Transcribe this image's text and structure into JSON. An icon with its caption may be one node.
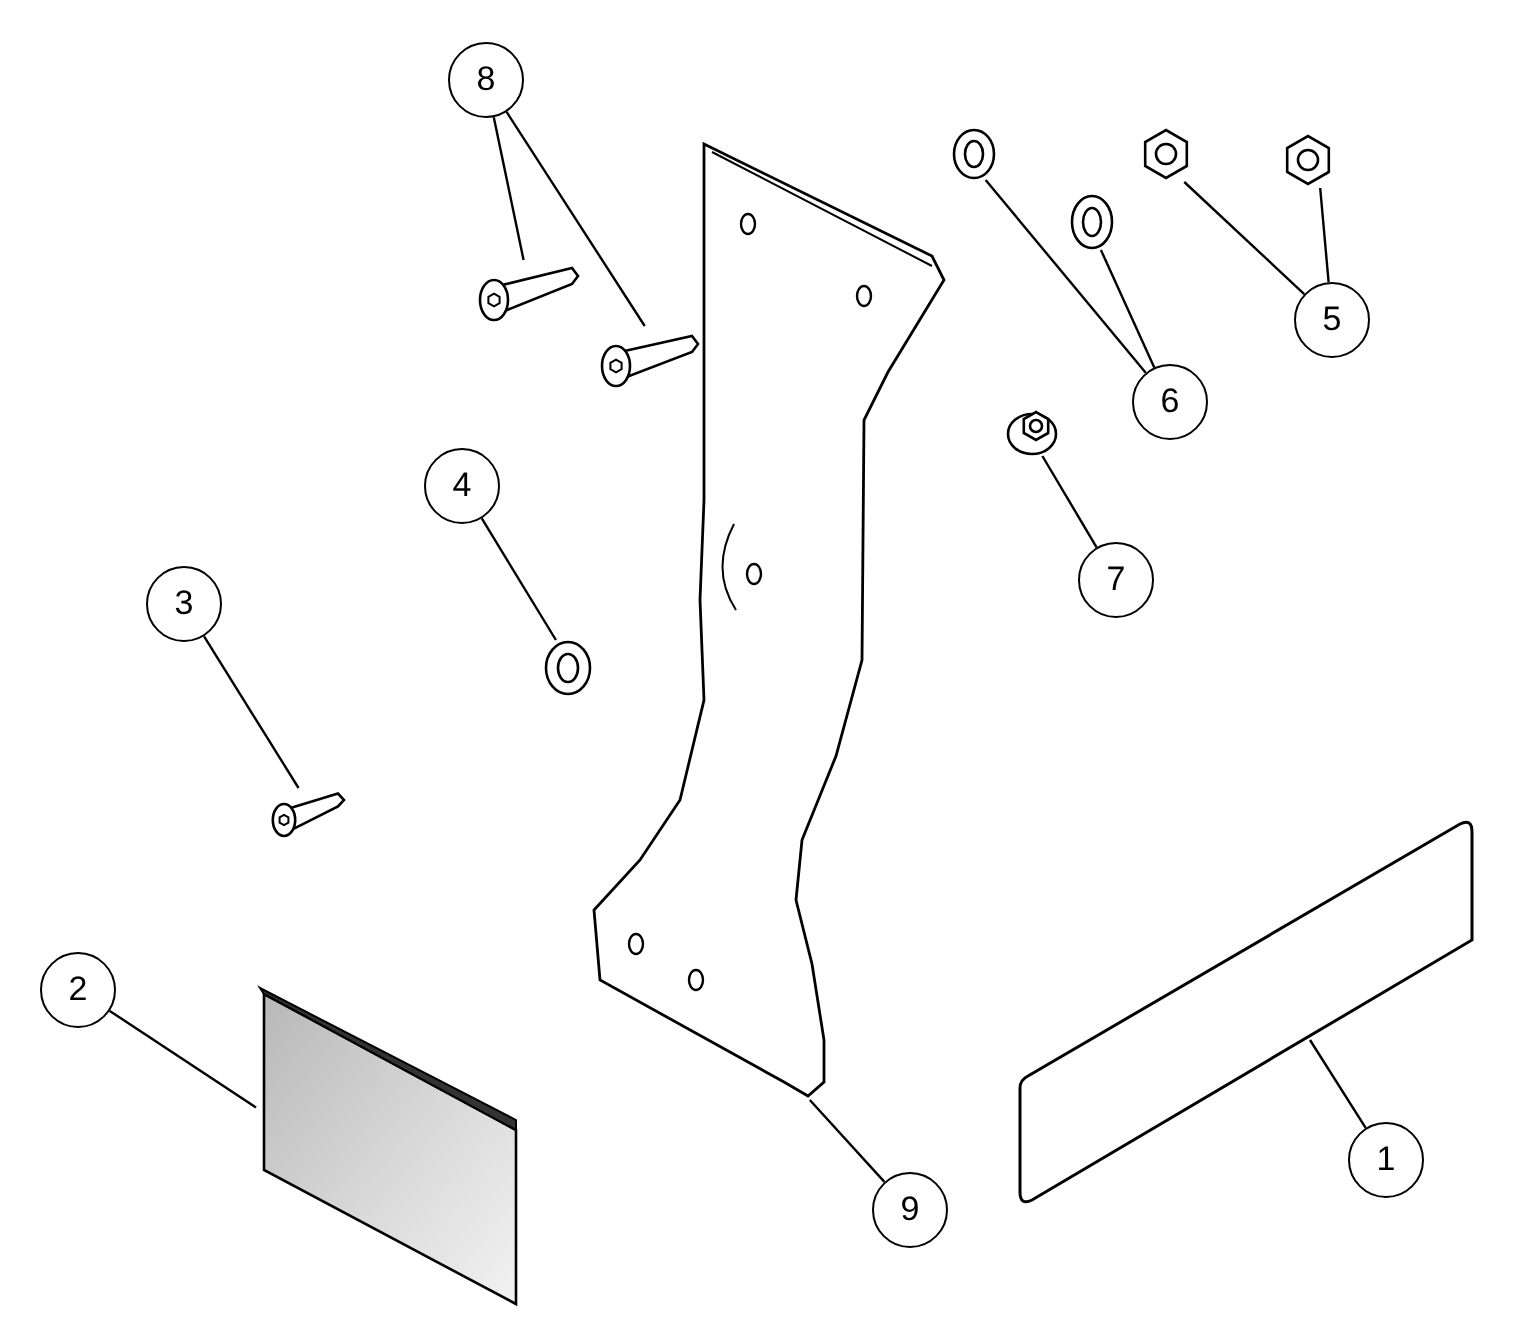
{
  "diagram": {
    "nodes": [
      {
        "text": [
          "8"
        ]
      },
      {
        "text": [
          "5"
        ]
      },
      {
        "text": [
          "6"
        ]
      },
      {
        "text": [
          "4"
        ]
      },
      {
        "text": [
          "7"
        ]
      },
      {
        "text": [
          "3"
        ]
      },
      {
        "text": [
          "2"
        ]
      },
      {
        "text": [
          "1"
        ]
      },
      {
        "text": [
          "9"
        ]
      },
      {
        "text": [],
        "shape": "picture"
      },
      {
        "text": [],
        "shape": "picture"
      },
      {
        "text": [],
        "shape": "picture"
      },
      {
        "text": [],
        "shape": "picture"
      },
      {
        "text": [],
        "shape": "picture"
      },
      {
        "text": [],
        "shape": "picture"
      },
      {
        "text": [],
        "shape": "picture"
      },
      {
        "text": [],
        "shape": "picture"
      },
      {
        "text": [],
        "shape": "picture"
      },
      {
        "text": [],
        "shape": "picture"
      },
      {
        "text": [],
        "shape": "picture"
      },
      {
        "text": [],
        "shape": "picture"
      }
    ],
    "edges": [
      {
        "from": 0,
        "to": 9,
        "arrow": "none"
      },
      {
        "from": 0,
        "to": 10,
        "arrow": "none"
      },
      {
        "from": 1,
        "to": 13,
        "arrow": "none"
      },
      {
        "from": 1,
        "to": 14,
        "arrow": "none"
      },
      {
        "from": 2,
        "to": 11,
        "arrow": "none"
      },
      {
        "from": 2,
        "to": 12,
        "arrow": "none"
      },
      {
        "from": 3,
        "to": 16,
        "arrow": "none"
      },
      {
        "from": 4,
        "to": 15,
        "arrow": "none"
      },
      {
        "from": 5,
        "to": 17,
        "arrow": "none"
      },
      {
        "from": 6,
        "to": 18,
        "arrow": "none"
      },
      {
        "from": 7,
        "to": 20,
        "arrow": "none"
      },
      {
        "from": 8,
        "to": 19,
        "arrow": "none"
      }
    ]
  }
}
